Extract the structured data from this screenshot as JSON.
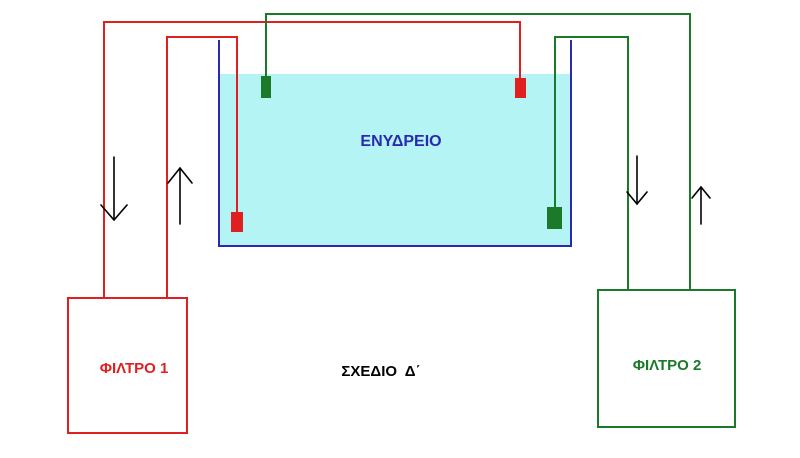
{
  "labels": {
    "aquarium": "ΕΝΥΔΡΕΙΟ",
    "filter1": "ΦΙΛΤΡΟ 1",
    "filter2": "ΦΙΛΤΡΟ 2",
    "caption": "ΣΧΕΔΙΟ  Δ΄"
  },
  "colors": {
    "filter1": "#e02020",
    "filter2": "#1a7a2a",
    "tank_outline": "#2a2ab0",
    "water": "#b4f4f4",
    "arrow": "#000000",
    "caption": "#000000"
  },
  "icons": {
    "down_arrow": "arrow-down-icon",
    "up_arrow": "arrow-up-icon"
  }
}
